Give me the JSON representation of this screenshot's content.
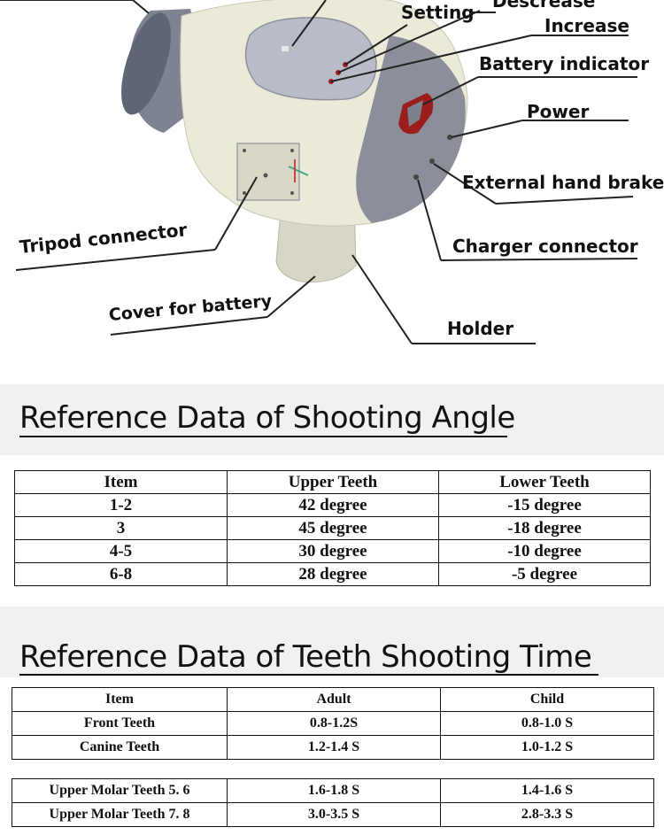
{
  "diagram": {
    "labels": {
      "setting": "Setting",
      "descrease": "Descrease",
      "increase": "Increase",
      "battery_indicator": "Battery indicator",
      "power": "Power",
      "external_hand_brake": "External hand brake",
      "charger_connector": "Charger connector",
      "holder": "Holder",
      "tripod_connector": "Tripod connector",
      "cover_for_battery": "Cover for battery"
    },
    "colors": {
      "body": "#e9e7d6",
      "tube": "#7d8391",
      "panel": "#b7bcc6",
      "indicator": "#9c1d1d"
    }
  },
  "angle_section": {
    "title": "Reference Data of Shooting Angle",
    "headers": [
      "Item",
      "Upper Teeth",
      "Lower Teeth"
    ],
    "rows": [
      [
        "1-2",
        "42 degree",
        "-15 degree"
      ],
      [
        "3",
        "45 degree",
        "-18 degree"
      ],
      [
        "4-5",
        "30 degree",
        "-10 degree"
      ],
      [
        "6-8",
        "28 degree",
        "-5 degree"
      ]
    ]
  },
  "time_section": {
    "title": "Reference Data of Teeth Shooting Time",
    "headers": [
      "Item",
      "Adult",
      "Child"
    ],
    "rows": [
      [
        "Front Teeth",
        "0.8-1.2S",
        "0.8-1.0 S"
      ],
      [
        "Canine Teeth",
        "1.2-1.4 S",
        "1.0-1.2 S"
      ]
    ],
    "rows_b": [
      [
        "Upper Molar Teeth 5. 6",
        "1.6-1.8 S",
        "1.4-1.6 S"
      ],
      [
        "Upper Molar Teeth 7. 8",
        "3.0-3.5 S",
        "2.8-3.3 S"
      ]
    ]
  }
}
